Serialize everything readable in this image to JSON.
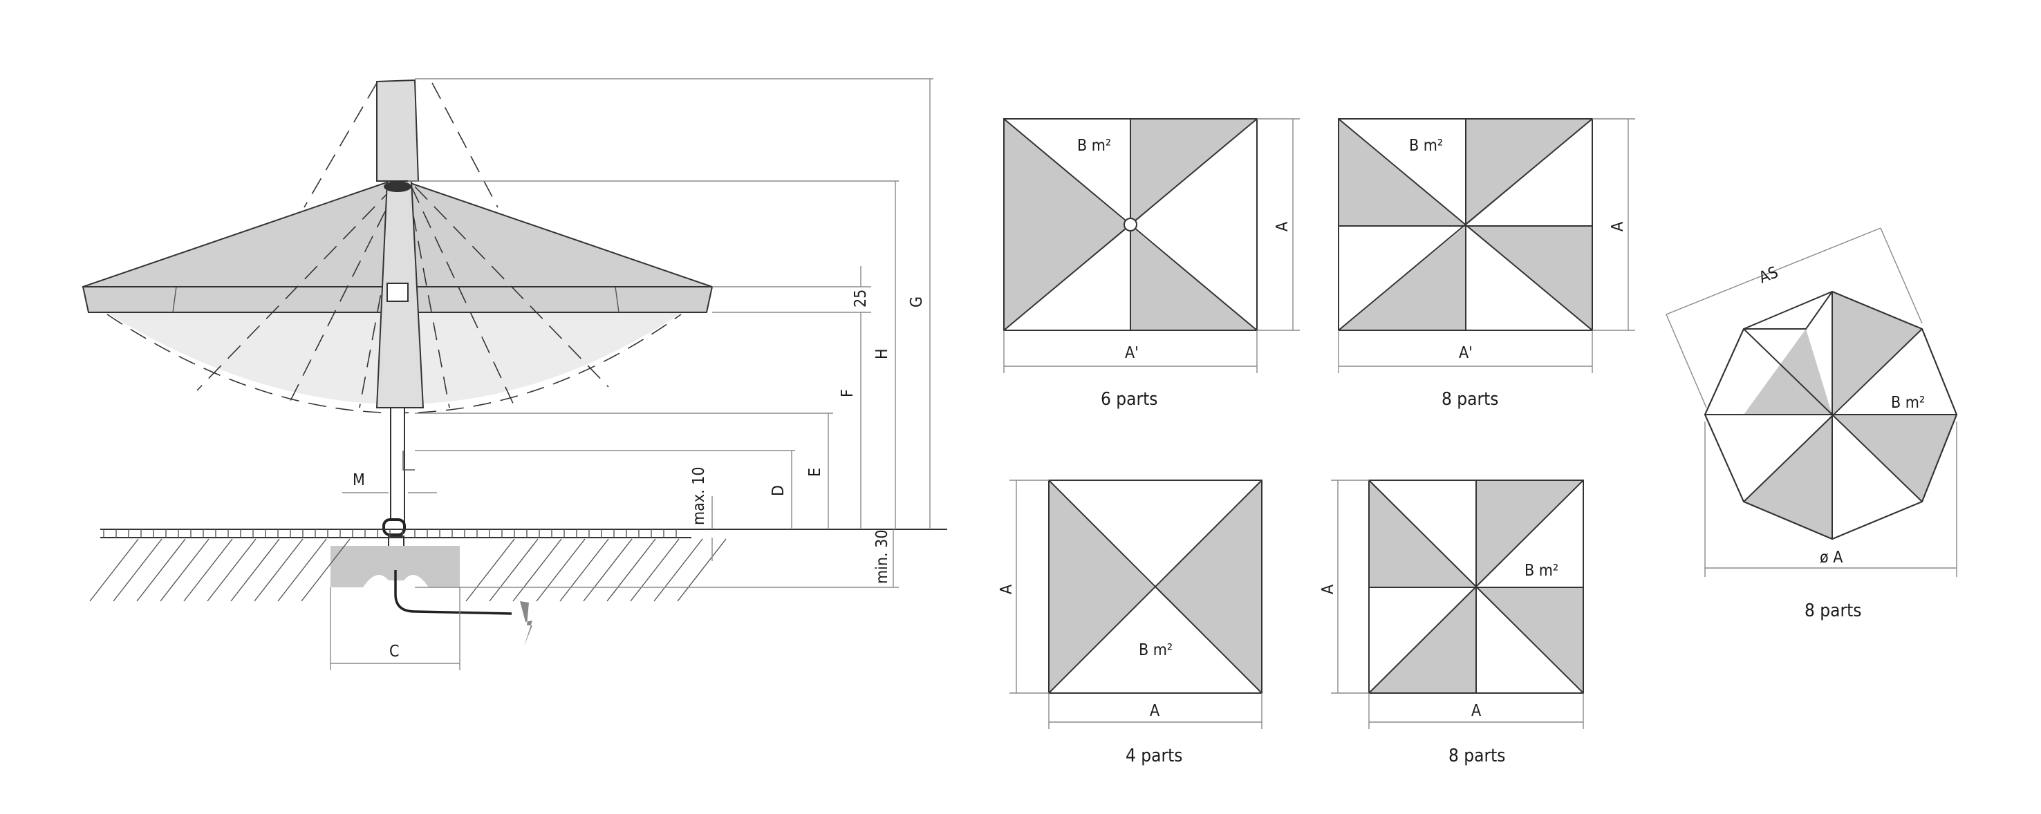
{
  "side_view": {
    "labels": {
      "A25": "25",
      "G": "G",
      "H": "H",
      "F": "F",
      "E": "E",
      "D": "D",
      "M": "M",
      "max10": "max. 10",
      "min30": "min. 30",
      "C": "C"
    }
  },
  "plans": {
    "rect6": {
      "area": "B m²",
      "height": "A",
      "width": "A'",
      "caption": "6 parts"
    },
    "rect8": {
      "area": "B m²",
      "height": "A",
      "width": "A'",
      "caption": "8 parts"
    },
    "sq4": {
      "area": "B m²",
      "height": "A",
      "width": "A",
      "caption": "4 parts"
    },
    "sq8": {
      "area": "B m²",
      "height": "A",
      "width": "A",
      "caption": "8 parts"
    },
    "oct8": {
      "area": "B m²",
      "side": "AS",
      "diameter": "ø A",
      "caption": "8 parts"
    }
  },
  "colors": {
    "panel_shaded": "#c8c8c8",
    "canopy_light": "#ececec",
    "line": "#333333"
  }
}
